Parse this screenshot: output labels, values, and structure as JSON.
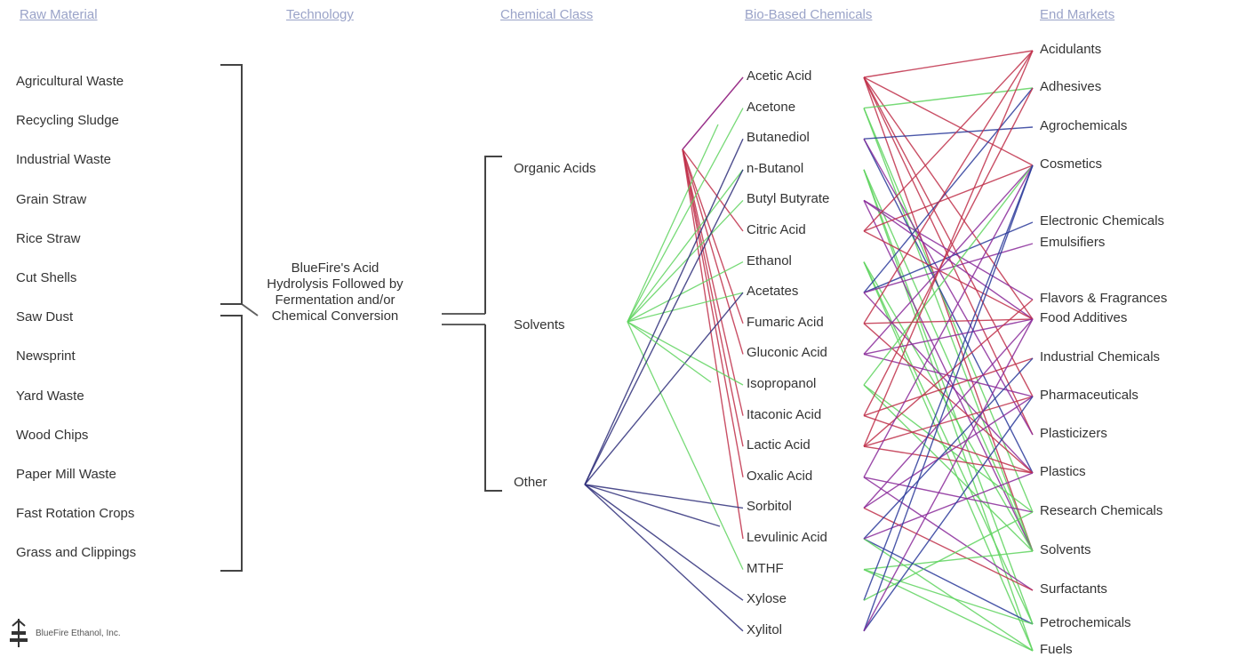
{
  "headers": {
    "raw_material": "Raw Material",
    "technology": "Technology",
    "chemical_class": "Chemical Class",
    "bio_based": "Bio-Based Chemicals",
    "end_markets": "End Markets"
  },
  "raw_materials": [
    "Agricultural Waste",
    "Recycling Sludge",
    "Industrial Waste",
    "Grain Straw",
    "Rice Straw",
    "Cut Shells",
    "Saw Dust",
    "Newsprint",
    "Yard Waste",
    "Wood Chips",
    "Paper Mill Waste",
    "Fast Rotation Crops",
    "Grass and Clippings"
  ],
  "technology": "BlueFire's Acid Hydrolysis Followed by Fermentation and/or Chemical Conversion",
  "chemical_classes": [
    "Organic Acids",
    "Solvents",
    "Other"
  ],
  "chemicals": [
    "Acetic Acid",
    "Acetone",
    "Butanediol",
    "n-Butanol",
    "Butyl Butyrate",
    "Citric Acid",
    "Ethanol",
    "Acetates",
    "Fumaric Acid",
    "Gluconic Acid",
    "Isopropanol",
    "Itaconic Acid",
    "Lactic Acid",
    "Oxalic Acid",
    "Sorbitol",
    "Levulinic Acid",
    "MTHF",
    "Xylose",
    "Xylitol"
  ],
  "end_markets": [
    "Acidulants",
    "Adhesives",
    "Agrochemicals",
    "Cosmetics",
    "Electronic Chemicals",
    "Emulsifiers",
    "Flavors & Fragrances",
    "Food Additives",
    "Industrial Chemicals",
    "Pharmaceuticals",
    "Plasticizers",
    "Plastics",
    "Research Chemicals",
    "Solvents",
    "Surfactants",
    "Petrochemicals",
    "Fuels"
  ],
  "footer": "BlueFire Ethanol, Inc.",
  "colors": {
    "organic_acids": "#b0304a",
    "solvents": "#7ccf6a",
    "other": "#2f2f7a",
    "green": "#5fd35f",
    "purple": "#8a2a9a",
    "red": "#c0304a",
    "blue": "#2a3a9a"
  }
}
